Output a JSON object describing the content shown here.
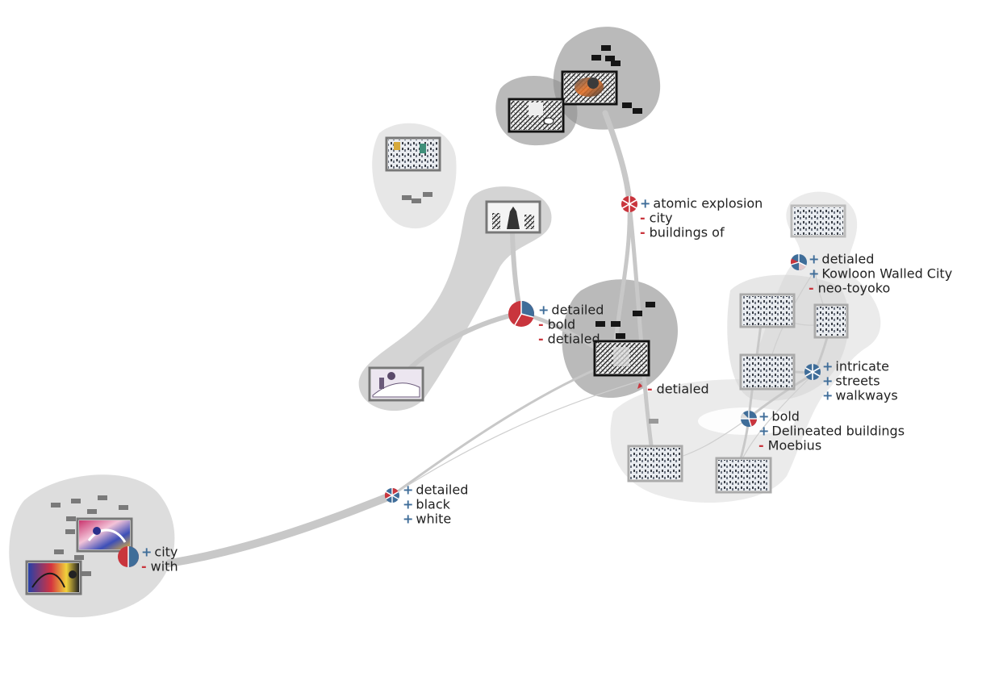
{
  "diagram": {
    "colors": {
      "plus": "#3f6d99",
      "minus": "#c9353d",
      "cluster_dark": "#8f8f8f",
      "cluster_light": "#d4d4d4",
      "edge": "#c8c8c8"
    },
    "term_groups": [
      {
        "id": "atomic",
        "terms": [
          {
            "sign": "+",
            "text": "atomic explosion"
          },
          {
            "sign": "-",
            "text": "city"
          },
          {
            "sign": "-",
            "text": "buildings of"
          }
        ]
      },
      {
        "id": "detailed-bold",
        "terms": [
          {
            "sign": "+",
            "text": "detailed"
          },
          {
            "sign": "-",
            "text": "bold"
          },
          {
            "sign": "-",
            "text": "detialed"
          }
        ]
      },
      {
        "id": "detialed-single",
        "terms": [
          {
            "sign": "-",
            "text": "detialed"
          }
        ]
      },
      {
        "id": "kowloon",
        "terms": [
          {
            "sign": "+",
            "text": "detialed"
          },
          {
            "sign": "+",
            "text": "Kowloon Walled City"
          },
          {
            "sign": "-",
            "text": "neo-toyoko"
          }
        ]
      },
      {
        "id": "intricate",
        "terms": [
          {
            "sign": "+",
            "text": "intricate"
          },
          {
            "sign": "+",
            "text": "streets"
          },
          {
            "sign": "+",
            "text": "walkways"
          }
        ]
      },
      {
        "id": "moebius",
        "terms": [
          {
            "sign": "+",
            "text": "bold"
          },
          {
            "sign": "+",
            "text": "Delineated buildings"
          },
          {
            "sign": "-",
            "text": "Moebius"
          }
        ]
      },
      {
        "id": "black-white",
        "terms": [
          {
            "sign": "+",
            "text": "detailed"
          },
          {
            "sign": "+",
            "text": "black"
          },
          {
            "sign": "+",
            "text": "white"
          }
        ]
      },
      {
        "id": "city-with",
        "terms": [
          {
            "sign": "+",
            "text": "city"
          },
          {
            "sign": "-",
            "text": "with"
          }
        ]
      }
    ]
  }
}
